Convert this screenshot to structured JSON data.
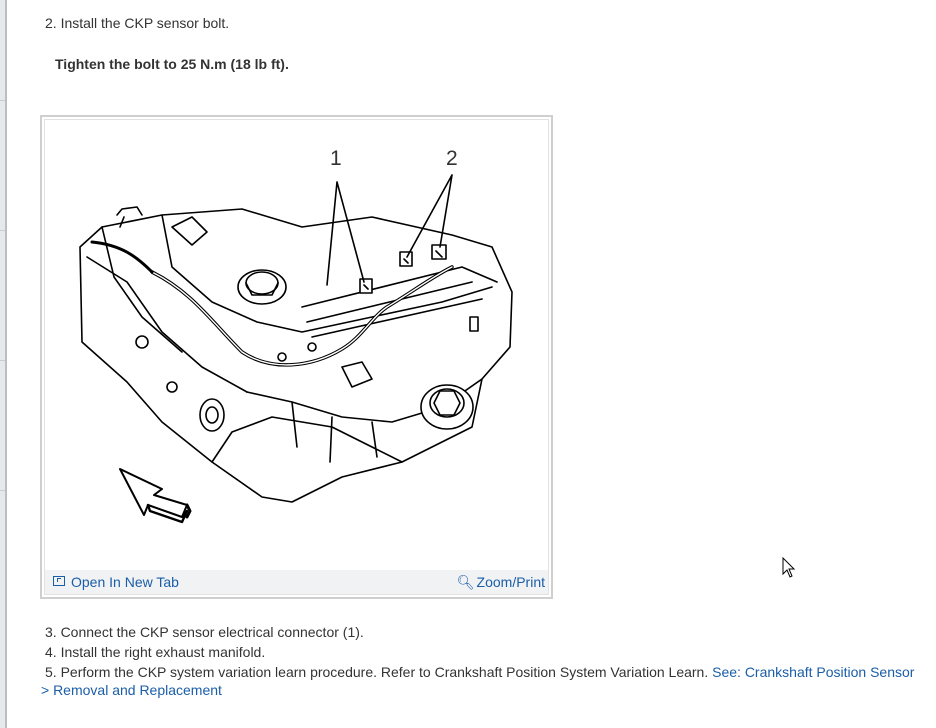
{
  "steps": {
    "step2": "2. Install the CKP sensor bolt.",
    "torque_note": "Tighten the bolt to 25 N.m (18 lb ft).",
    "step3": "3. Connect the CKP sensor electrical connector (1).",
    "step4": "4. Install the right exhaust manifold.",
    "step5": "5. Perform the CKP system variation learn procedure. Refer to Crankshaft Position System Variation Learn.",
    "step5_link_a": "See: Crankshaft Position Sensor",
    "step5_link_b": "> Removal and Replacement"
  },
  "figure": {
    "callout_1": "1",
    "callout_2": "2",
    "open_in_new_tab": "Open In New Tab",
    "zoom_print": "Zoom/Print",
    "open_icon": "open-in-new-tab-icon",
    "zoom_icon": "magnifier-icon"
  },
  "colors": {
    "link": "#1a5ea8",
    "text": "#333333",
    "figure_bar": "#f1f2f4"
  }
}
